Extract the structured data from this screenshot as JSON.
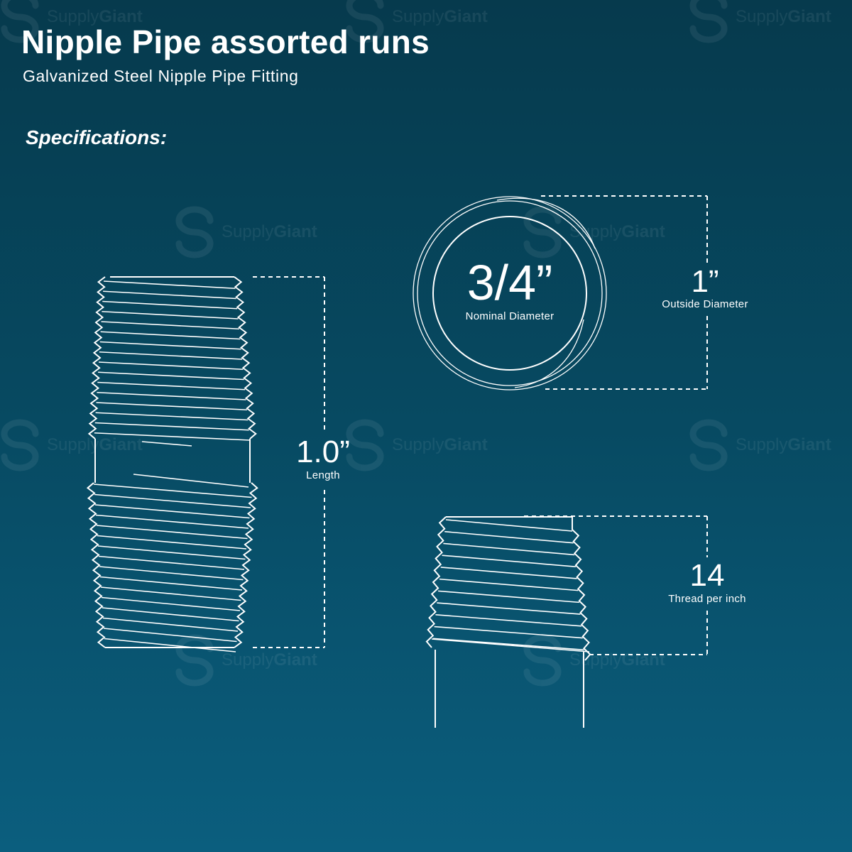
{
  "header": {
    "title": "Nipple Pipe assorted runs",
    "subtitle": "Galvanized Steel Nipple Pipe Fitting"
  },
  "section_label": "Specifications:",
  "watermark": {
    "brand_left": "Supply",
    "brand_right": "Giant",
    "icon": "supplygiant-s-logo-icon"
  },
  "specs": {
    "length": {
      "value": "1.0”",
      "label": "Length"
    },
    "nominal_diameter": {
      "value": "3/4”",
      "label": "Nominal Diameter"
    },
    "outside_diameter": {
      "value": "1”",
      "label": "Outside Diameter"
    },
    "thread": {
      "value": "14",
      "label": "Thread per inch"
    }
  },
  "colors": {
    "background_top": "#063a4d",
    "background_bottom": "#0b5e7e",
    "line": "#ffffff"
  }
}
